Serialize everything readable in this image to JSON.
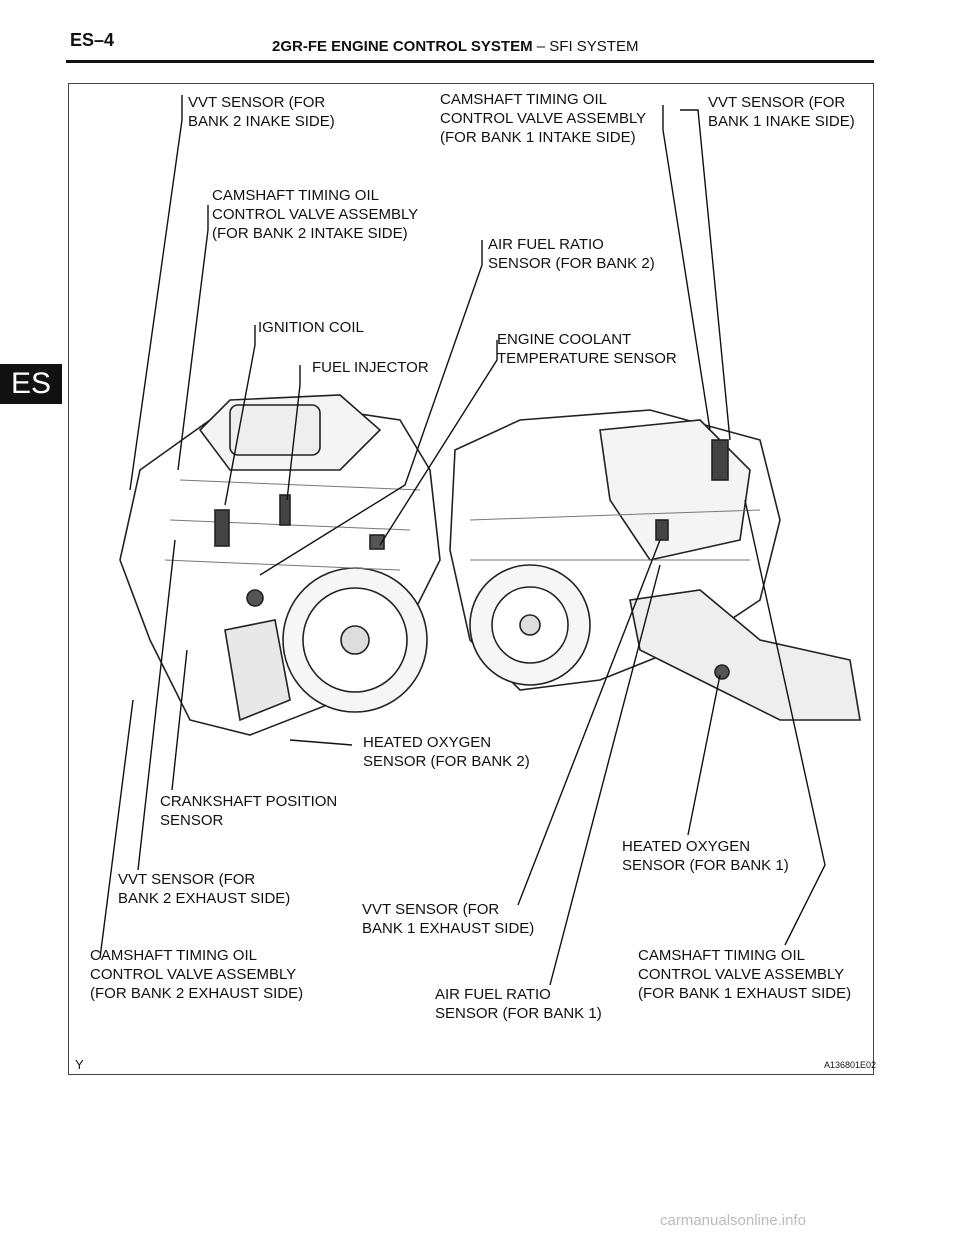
{
  "header": {
    "page_id": "ES–4",
    "title_bold": "2GR-FE ENGINE CONTROL SYSTEM",
    "title_rest": "  –  SFI SYSTEM"
  },
  "side_tab": "ES",
  "figure": {
    "labels": {
      "vvt_b2_in": "VVT SENSOR (FOR\nBANK 2 INAKE SIDE)",
      "ocv_b1_in": "CAMSHAFT TIMING OIL\nCONTROL VALVE ASSEMBLY\n(FOR BANK 1 INTAKE SIDE)",
      "vvt_b1_in": "VVT SENSOR (FOR\nBANK 1 INAKE SIDE)",
      "ocv_b2_in": "CAMSHAFT TIMING OIL\nCONTROL VALVE ASSEMBLY\n(FOR BANK 2 INTAKE SIDE)",
      "af_b2": "AIR FUEL RATIO\nSENSOR (FOR BANK 2)",
      "ign_coil": "IGNITION COIL",
      "ect": "ENGINE COOLANT\nTEMPERATURE SENSOR",
      "injector": "FUEL INJECTOR",
      "ho2_b2": "HEATED OXYGEN\nSENSOR (FOR BANK 2)",
      "ckp": "CRANKSHAFT POSITION\nSENSOR",
      "ho2_b1": "HEATED OXYGEN\nSENSOR (FOR BANK 1)",
      "vvt_b2_ex": "VVT SENSOR (FOR\nBANK 2 EXHAUST SIDE)",
      "vvt_b1_ex": "VVT SENSOR (FOR\nBANK 1 EXHAUST SIDE)",
      "ocv_b2_ex": "CAMSHAFT TIMING OIL\nCONTROL VALVE ASSEMBLY\n(FOR BANK 2 EXHAUST SIDE)",
      "ocv_b1_ex": "CAMSHAFT TIMING OIL\nCONTROL VALVE ASSEMBLY\n(FOR BANK 1 EXHAUST SIDE)",
      "af_b1": "AIR FUEL RATIO\nSENSOR (FOR BANK 1)"
    },
    "corner_mark": "Y",
    "code": "A136801E02"
  },
  "watermark": "carmanualsonline.info"
}
